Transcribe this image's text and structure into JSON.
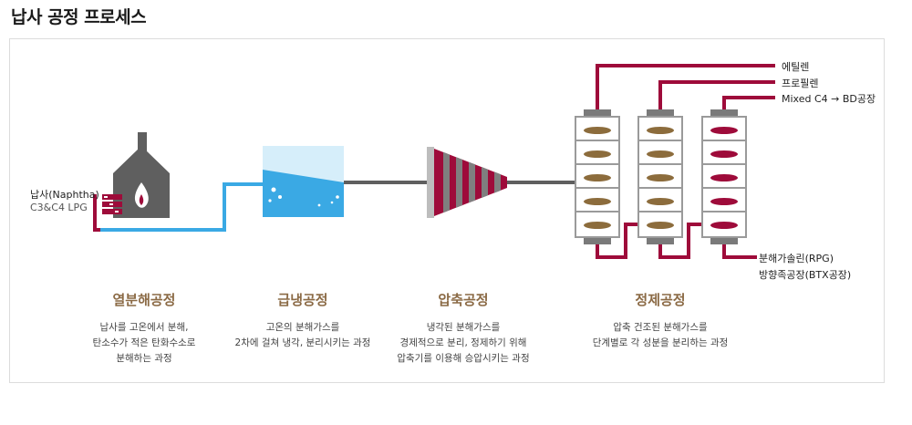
{
  "title": "납사 공정 프로세스",
  "feed": {
    "name": "납사(Naphtha)",
    "sub": "C3&C4 LPG"
  },
  "products": {
    "ethylene": "에틸렌",
    "propylene": "프로필렌",
    "mixed_c4": "Mixed C4 → BD공장",
    "pygas": "분해가솔린(RPG)",
    "aromatics": "방향족공장(BTX공장)"
  },
  "stages": [
    {
      "name": "열분해공정",
      "desc": [
        "납사를 고온에서 분해,",
        "탄소수가 적은 탄화수소로",
        "분해하는 과정"
      ]
    },
    {
      "name": "급냉공정",
      "desc": [
        "고온의 분해가스를",
        "2차에 걸쳐 냉각, 분리시키는 과정"
      ]
    },
    {
      "name": "압축공정",
      "desc": [
        "냉각된 분해가스를",
        "경제적으로 분리, 정제하기 위해",
        "압축기를 이용해 승압시키는 과정"
      ]
    },
    {
      "name": "정제공정",
      "desc": [
        "압축 건조된 분해가스를",
        "단계별로 각 성분을 분리하는 과정"
      ]
    }
  ],
  "colors": {
    "crimson": "#9e0b3a",
    "blue": "#3aa9e4",
    "gray": "#5f5f5f",
    "brown": "#8b6a45",
    "oil": "#8c6c3c"
  }
}
